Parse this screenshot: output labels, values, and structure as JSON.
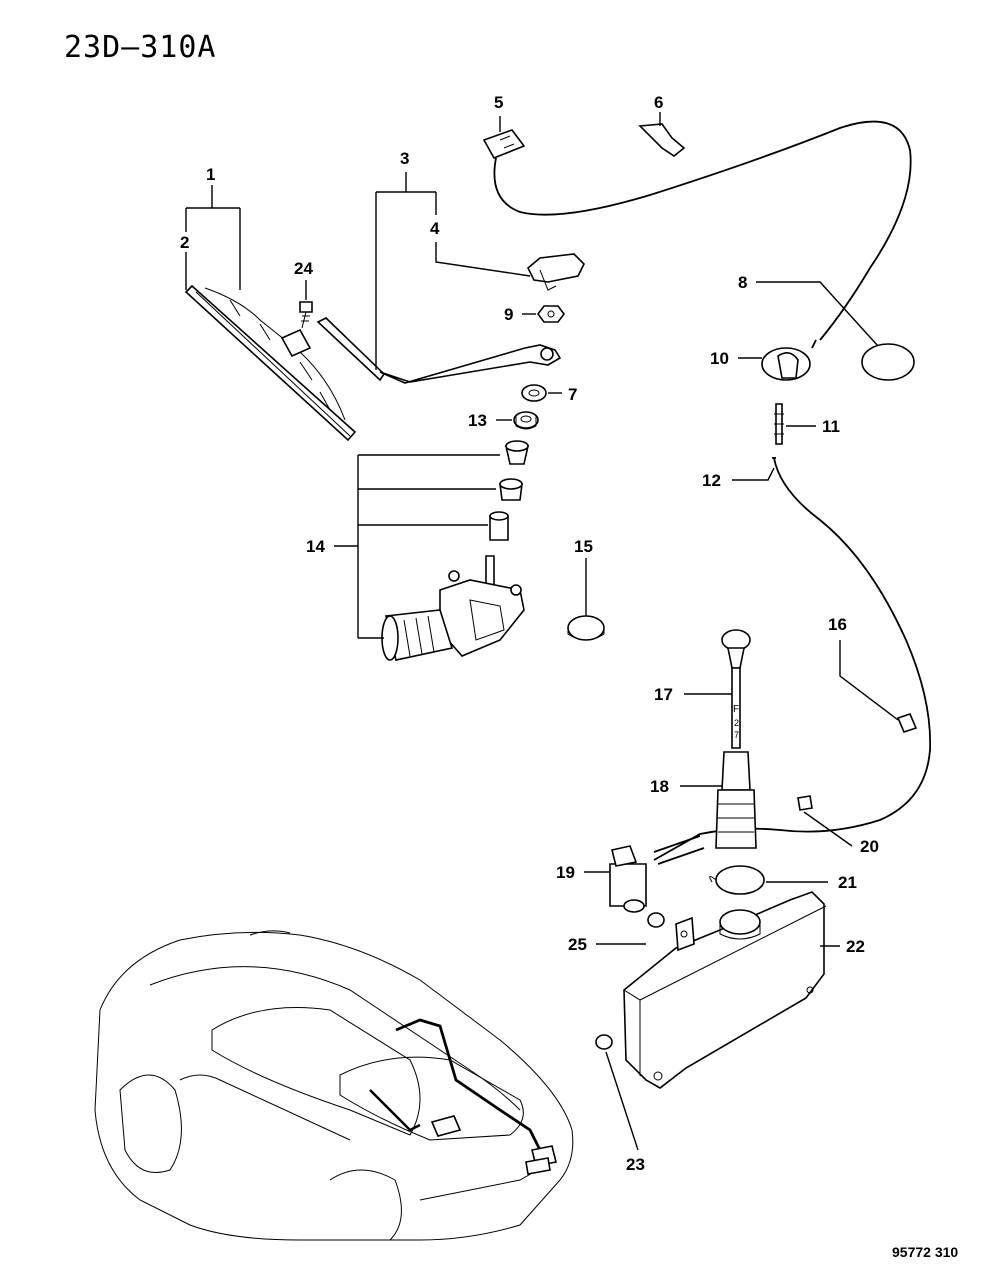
{
  "diagram": {
    "code": "23D–310A",
    "footer": "95772  310",
    "callouts": [
      "1",
      "2",
      "3",
      "4",
      "5",
      "6",
      "7",
      "8",
      "9",
      "10",
      "11",
      "12",
      "13",
      "14",
      "15",
      "16",
      "17",
      "18",
      "19",
      "20",
      "21",
      "22",
      "23",
      "24",
      "25"
    ],
    "dipstick_marks": [
      "F",
      "2",
      "7"
    ]
  }
}
